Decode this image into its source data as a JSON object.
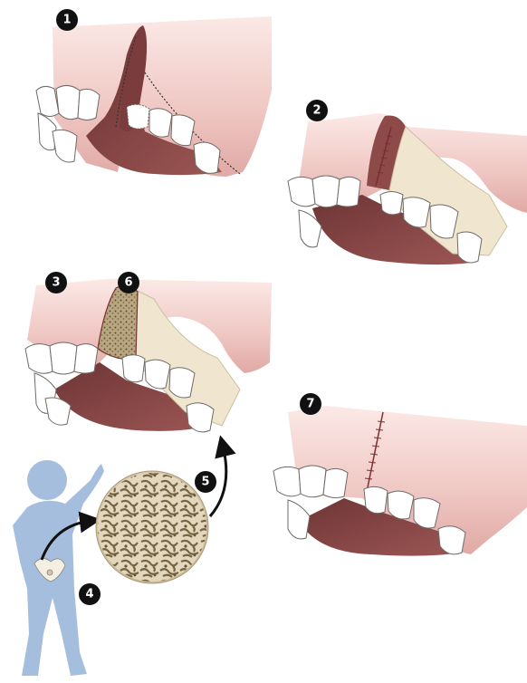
{
  "steps": [
    {
      "number": "1"
    },
    {
      "number": "2"
    },
    {
      "number": "3"
    },
    {
      "number": "4"
    },
    {
      "number": "5"
    },
    {
      "number": "6"
    },
    {
      "number": "7"
    }
  ],
  "colors": {
    "gum": "#f0c8c4",
    "gum_shadow": "#d9a6a2",
    "mouth_dark": "#8e4a49",
    "mouth_deep": "#6d3535",
    "tooth": "#ffffff",
    "tooth_outline": "#6f6a66",
    "bone": "#f0e6cf",
    "bone_graft": "#8a7a55",
    "child": "#a6bede",
    "badge": "#111111",
    "suture": "#7a2f33"
  },
  "icons": [
    "cleft-gap",
    "bone-graft-circle",
    "child-figure",
    "hip-bone-icon",
    "arrow-icon",
    "suture-icon"
  ]
}
